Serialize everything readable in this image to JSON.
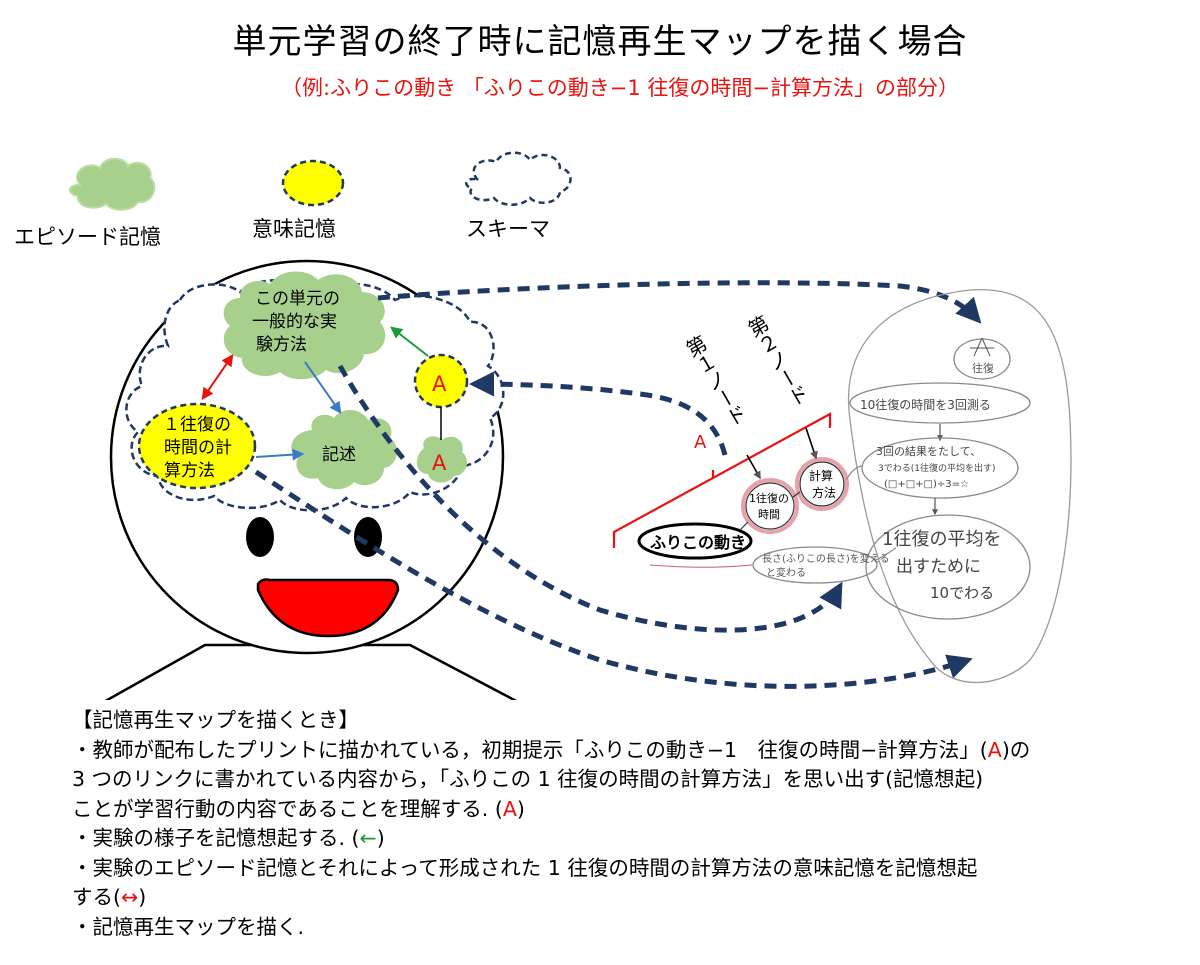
{
  "title": "単元学習の終了時に記憶再生マップを描く場合",
  "subtitle": "（例:ふりこの動き 「ふりこの動き−1 往復の時間−計算方法」の部分）",
  "legend": {
    "episode": "エピソード記憶",
    "semantic": "意味記憶",
    "schema": "スキーマ"
  },
  "head": {
    "general_method": [
      "この単元の",
      "一般的な実",
      "験方法"
    ],
    "calc_method": [
      "１往復の",
      "時間の計",
      "算方法"
    ],
    "description": "記述",
    "node_a_semantic": "A",
    "node_a_episode": "A"
  },
  "map": {
    "node1_label": "第１ノード",
    "node2_label": "第２ノード",
    "a_marker": "A",
    "center": "ふりこの動き",
    "n_oufuku": [
      "1往復の",
      "時間"
    ],
    "n_keisan": [
      "計算",
      "方法"
    ],
    "n_nagasa": [
      "長さ(ふりこの長さ)を変える",
      "と変わる"
    ],
    "n_top": "往復",
    "n_measure": "10往復の時間を3回測る",
    "n_result": [
      "3回の結果をたして、",
      "3でわる(1往復の平均を出す)",
      "(□+□+□)÷3=☆"
    ],
    "n_average": [
      "1往復の平均を",
      "出すために",
      "10でわる"
    ]
  },
  "notes": {
    "heading": "【記憶再生マップを描くとき】",
    "line1_pre": "・教師が配布したプリントに描かれている，初期提示「ふりこの動き−1　往復の時間−計算方法」(",
    "line1_a": "A",
    "line1_post": ")の",
    "line2": "3 つのリンクに書かれている内容から，「ふりこの 1 往復の時間の計算方法」を思い出す(記憶想起)",
    "line3_pre": "ことが学習行動の内容であることを理解する. (",
    "line3_a": "A",
    "line3_post": ")",
    "line4_pre": "・実験の様子を記憶想起する. (",
    "line4_arrow": "←",
    "line4_post": ")",
    "line5": "・実験のエピソード記憶とそれによって形成された 1 往復の時間の計算方法の意味記憶を記憶想起",
    "line6_pre": "する(",
    "line6_arrow": "↔",
    "line6_post": ")",
    "line7": "・記憶再生マップを描く."
  },
  "colors": {
    "episode_fill": "#a8d08d",
    "semantic_fill": "#ffff00",
    "dashed_stroke": "#1f3864",
    "accent_red": "#e8130f",
    "accent_green": "#1a9a3a",
    "arrow_blue": "#3a7cc4",
    "pink": "#e7a1a8",
    "pencil": "#8a8a8a"
  }
}
